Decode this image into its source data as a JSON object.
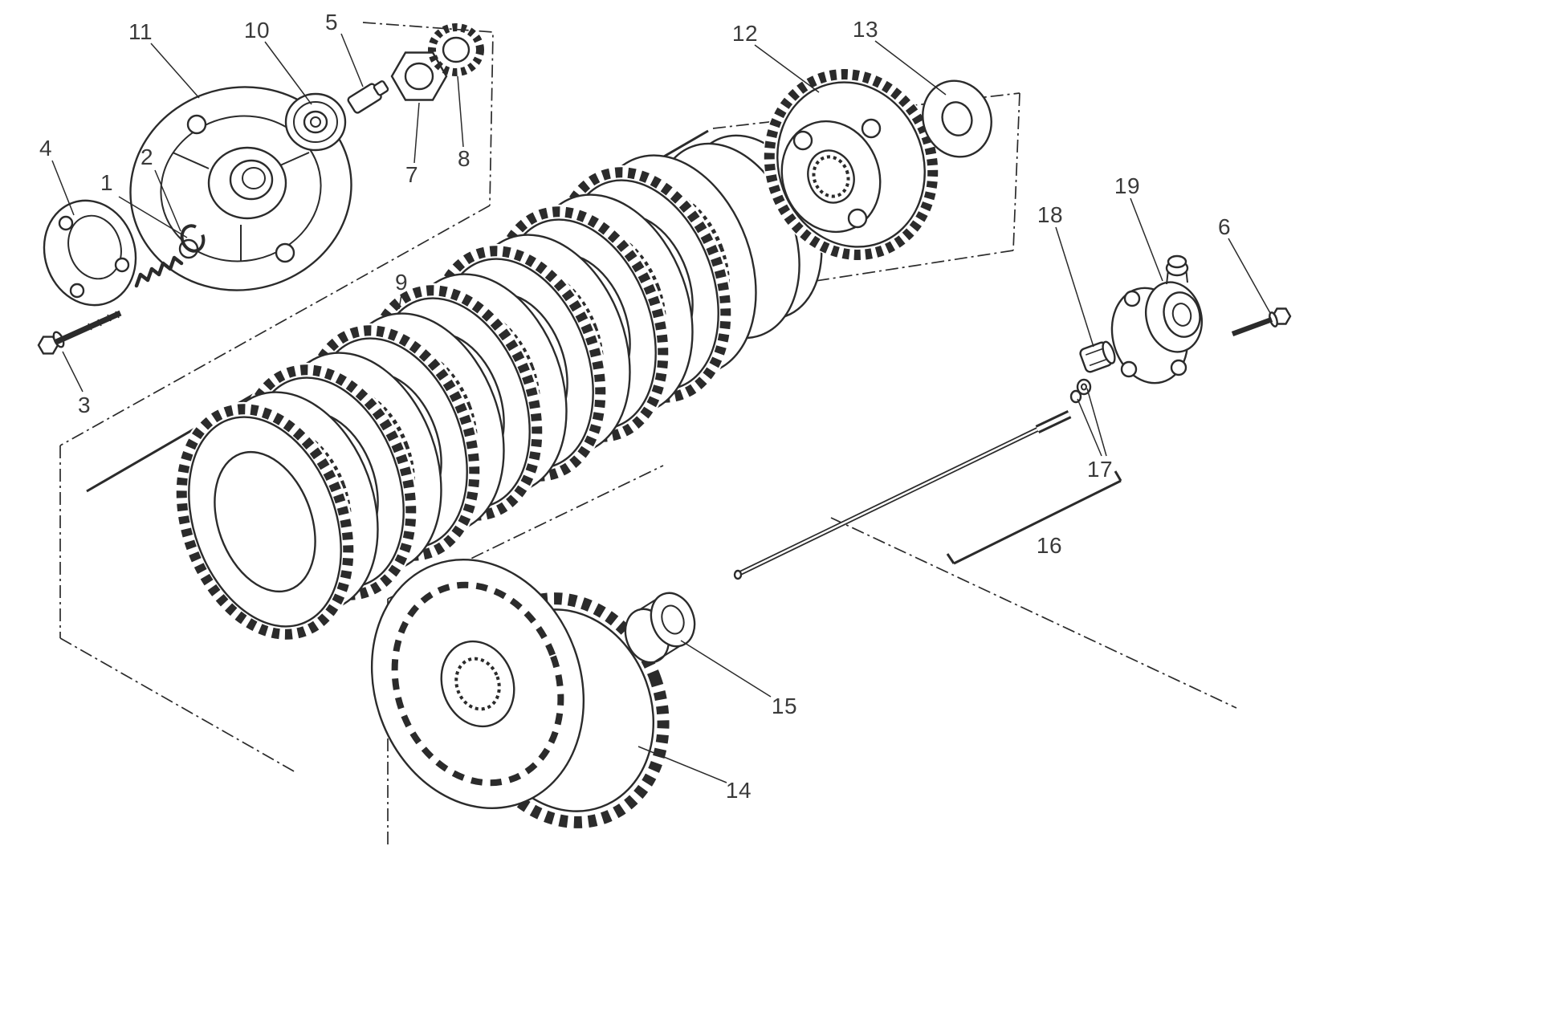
{
  "colors": {
    "background": "#ffffff",
    "line_art": "#2b2b2b",
    "label_text": "#3a3a3a"
  },
  "part_labels": {
    "p1": "1",
    "p2": "2",
    "p3": "3",
    "p4": "4",
    "p5": "5",
    "p6": "6",
    "p7": "7",
    "p8": "8",
    "p9": "9",
    "p10": "10",
    "p11": "11",
    "p12": "12",
    "p13": "13",
    "p14": "14",
    "p15": "15",
    "p16": "16",
    "p17": "17",
    "p18": "18",
    "p19": "19"
  }
}
